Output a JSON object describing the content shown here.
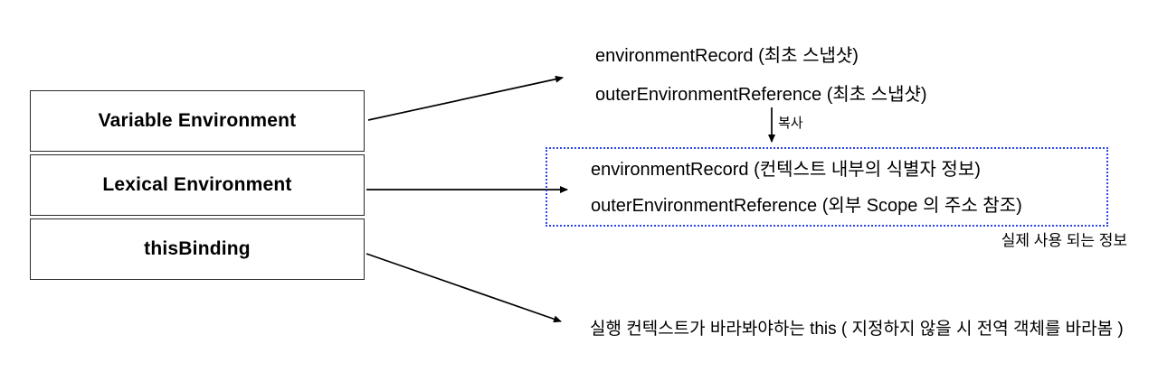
{
  "diagram": {
    "title_hint": "execution-context-structure",
    "boxes": [
      {
        "label": "Variable Environment"
      },
      {
        "label": "Lexical Environment"
      },
      {
        "label": "thisBinding"
      }
    ],
    "variable_environment": {
      "line1": "environmentRecord (최초 스냅샷)",
      "line2": "outerEnvironmentReference (최초 스냅샷)"
    },
    "copy_arrow_label": "복사",
    "lexical_environment": {
      "line1": "environmentRecord (컨텍스트 내부의 식별자 정보)",
      "line2": "outerEnvironmentReference (외부 Scope 의 주소 참조)"
    },
    "actual_info_caption": "실제 사용 되는 정보",
    "this_binding_note": "실행 컨텍스트가 바라봐야하는 this ( 지정하지 않을 시 전역 객체를 바라봄 )",
    "colors": {
      "background": "#ffffff",
      "text": "#000000",
      "box_border": "#2b2b2b",
      "dotted_box_border": "#2c46e8",
      "arrow": "#000000"
    }
  }
}
